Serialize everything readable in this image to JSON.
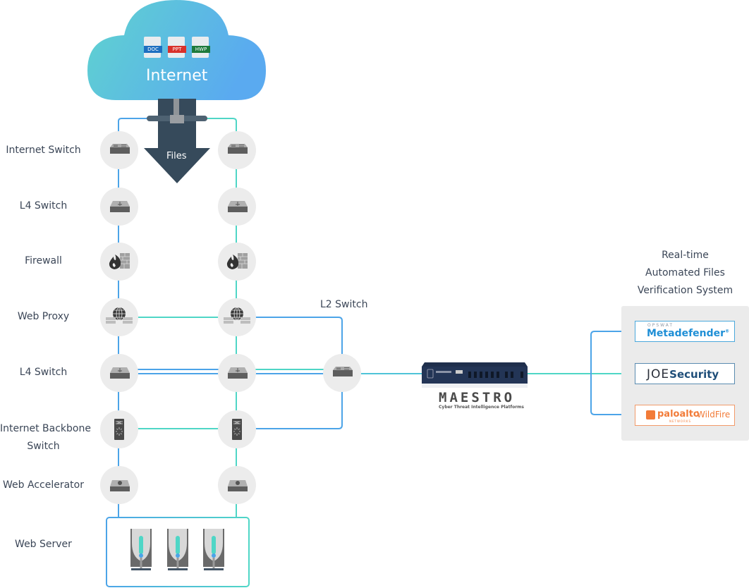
{
  "cloud": {
    "label": "Internet",
    "file_types": [
      {
        "label": "DOC",
        "color": "#1e6fc0"
      },
      {
        "label": "PPT",
        "color": "#d9312b"
      },
      {
        "label": "HWP",
        "color": "#1e7a3c"
      }
    ],
    "gradient": [
      "#5fd3cf",
      "#5aaaf0"
    ]
  },
  "flow_arrow": {
    "label": "Files",
    "color": "#364a5b"
  },
  "layers": [
    {
      "label": "Internet Switch",
      "icon": "network-switch-icon"
    },
    {
      "label": "L4 Switch",
      "icon": "l4-switch-icon"
    },
    {
      "label": "Firewall",
      "icon": "firewall-icon"
    },
    {
      "label": "Web Proxy",
      "icon": "web-proxy-icon"
    },
    {
      "label": "L4 Switch",
      "icon": "l4-switch-icon"
    },
    {
      "label": "Internet Backbone",
      "label2": "Switch",
      "icon": "backbone-switch-icon"
    },
    {
      "label": "Web Accelerator",
      "icon": "web-accelerator-icon"
    },
    {
      "label": "Web Server",
      "icon": "web-server-icon"
    }
  ],
  "l2_switch": {
    "label": "L2 Switch",
    "icon": "network-switch-icon"
  },
  "appliance": {
    "name": "MAESTRO",
    "subtitle": "Cyber Threat Intelligence Platforms"
  },
  "verification": {
    "title_lines": [
      "Real-time",
      "Automated Files",
      "Verification System"
    ],
    "vendors": [
      {
        "small": "OPSWAT",
        "name": "Metadefender",
        "mark": "®"
      },
      {
        "prefix": "JOE",
        "name": "Security"
      },
      {
        "name": "paloalto",
        "sub": "NETWORKS",
        "product": "WildFire"
      }
    ]
  },
  "colors": {
    "wire_blue": "#4ca4e8",
    "wire_teal": "#4fd6c6",
    "node_bg": "#ececec",
    "icon_gray": "#6b6b6b",
    "text": "#3b4657"
  }
}
